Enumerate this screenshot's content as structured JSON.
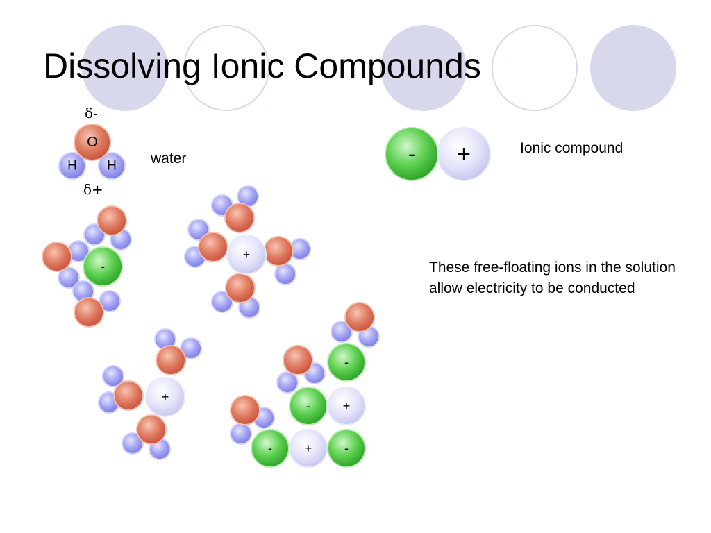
{
  "slide": {
    "title": "Dissolving Ionic Compounds",
    "water_label": "water",
    "ionic_compound_label": "Ionic compound",
    "note": "These free-floating ions in the solution allow electricity to be conducted",
    "delta_minus": "δ-",
    "delta_plus": "δ+",
    "oxygen_symbol": "O",
    "hydrogen_symbol": "H",
    "anion_symbol": "-",
    "cation_symbol": "+"
  },
  "colors": {
    "anion_green": "#44c23a",
    "cation_lavender": "#dcdcf7",
    "oxygen_red": "#d96a52",
    "hydrogen_blue": "#9a9af0",
    "decor_lavender": "#d8d8ec"
  },
  "icons": [
    "water-molecule-icon",
    "anion-icon",
    "cation-icon",
    "oxygen-atom-icon",
    "hydrogen-atom-icon"
  ]
}
